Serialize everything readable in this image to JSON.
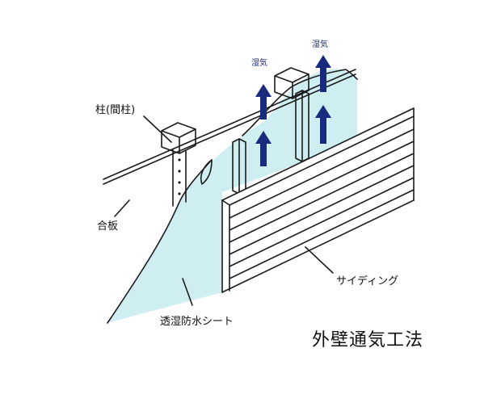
{
  "title": "外壁通気工法",
  "labels": {
    "post": "柱(間柱)",
    "plywood": "合板",
    "membrane": "透湿防水シート",
    "siding": "サイディング",
    "moisture_left": "湿気",
    "moisture_right": "湿気"
  },
  "colors": {
    "membrane": "#cfeef1",
    "arrow": "#1a2a7c",
    "line": "#1b1b1b"
  }
}
